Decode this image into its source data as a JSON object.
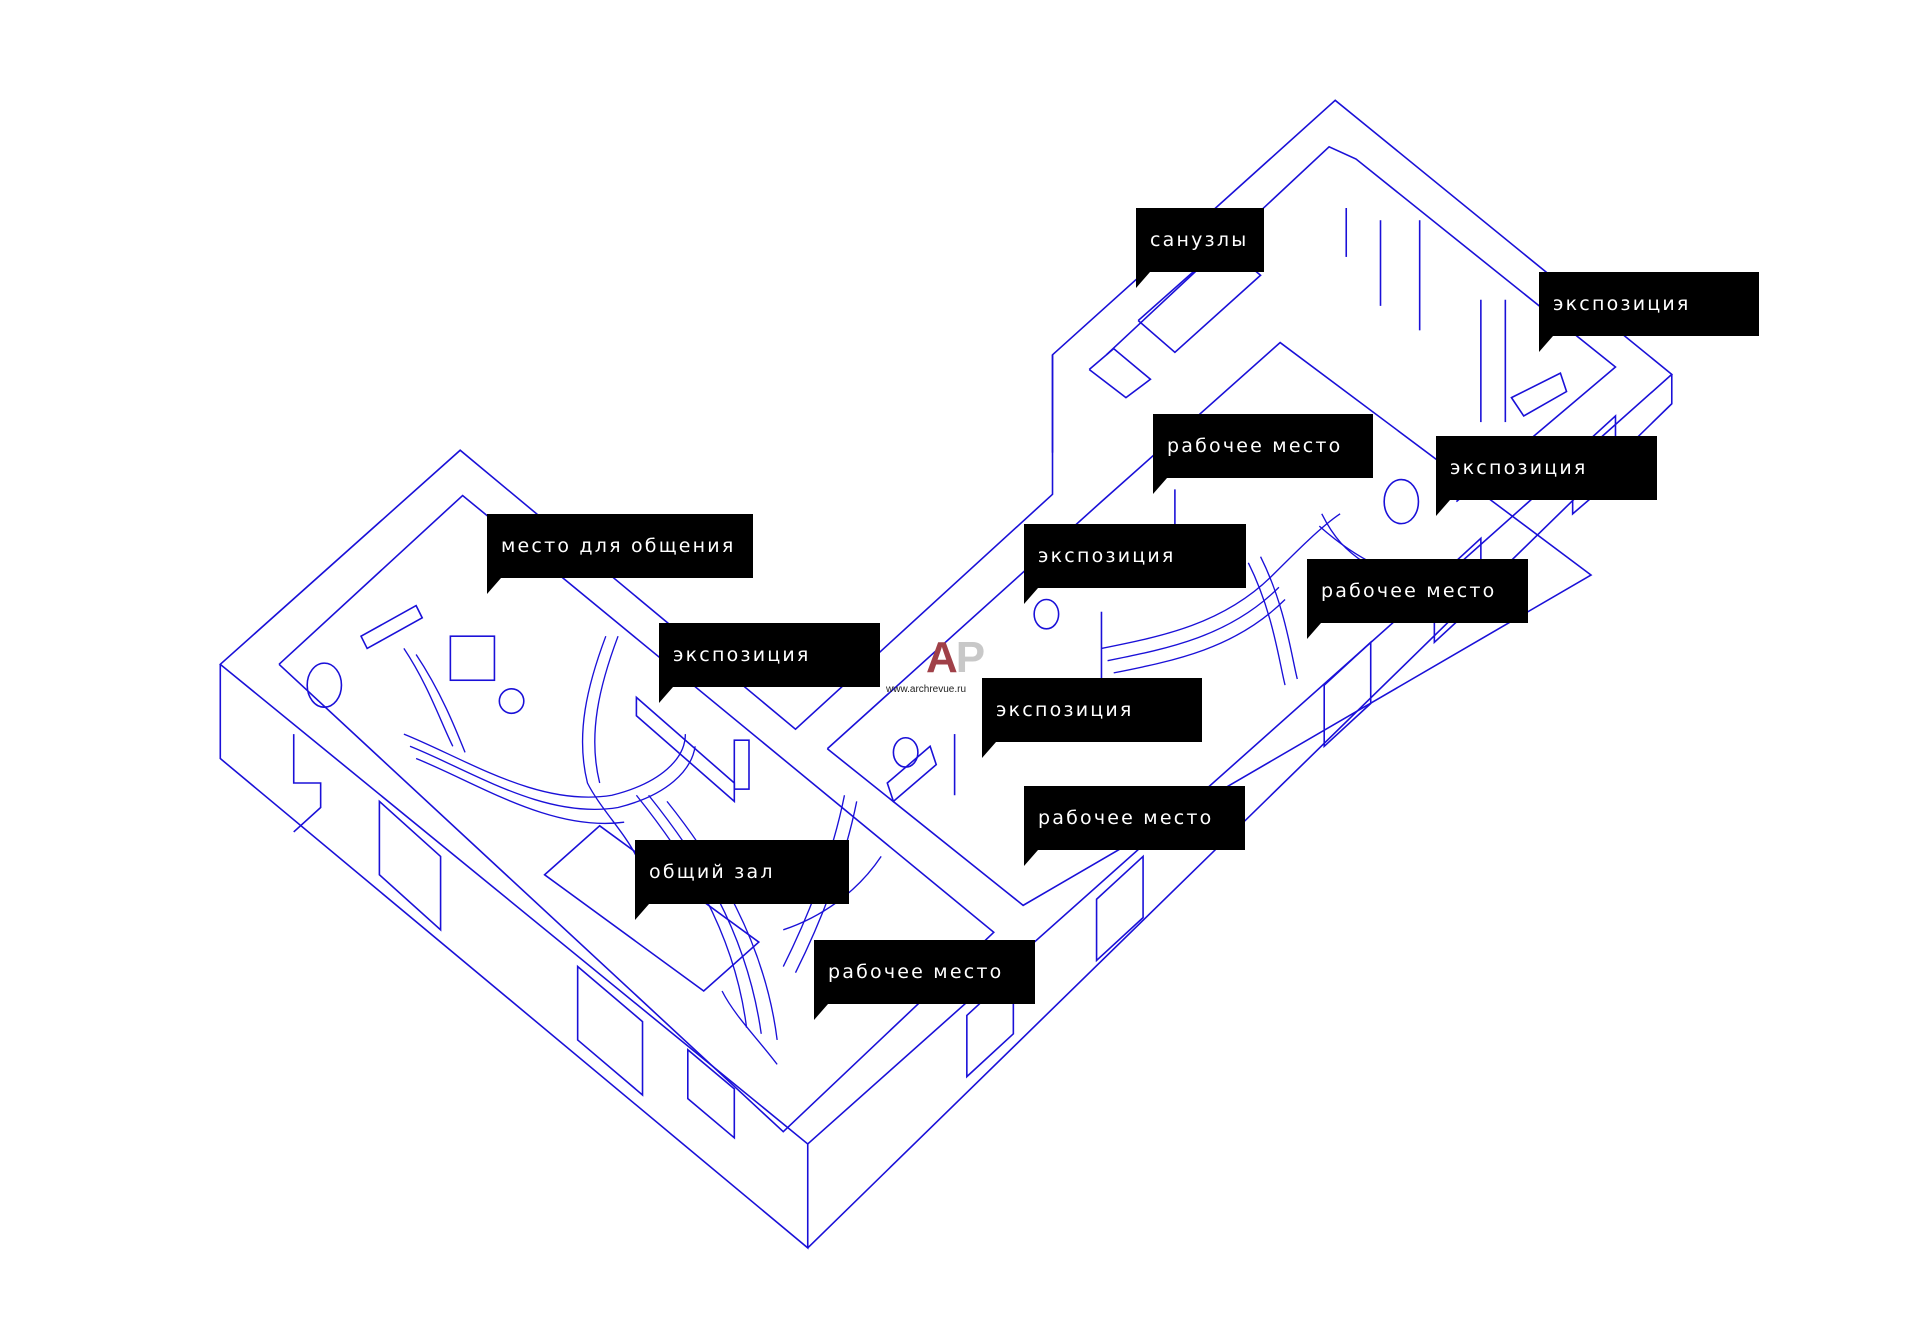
{
  "colors": {
    "line": "#1a10d8",
    "label_bg": "#000000",
    "label_text": "#ffffff",
    "watermark_a": "#a04048",
    "watermark_p": "#c8c8c8"
  },
  "watermark": {
    "logo_a": "A",
    "logo_p": "P",
    "url": "www.archrevue.ru"
  },
  "labels": [
    {
      "id": "sanuzly",
      "text": "санузлы"
    },
    {
      "id": "expo-1",
      "text": "экспозиция"
    },
    {
      "id": "work-1",
      "text": "рабочее место"
    },
    {
      "id": "expo-2",
      "text": "экспозиция"
    },
    {
      "id": "social",
      "text": "место для общения"
    },
    {
      "id": "expo-3",
      "text": "экспозиция"
    },
    {
      "id": "work-2",
      "text": "рабочее место"
    },
    {
      "id": "expo-4",
      "text": "экспозиция"
    },
    {
      "id": "expo-5",
      "text": "экспозиция"
    },
    {
      "id": "work-3",
      "text": "рабочее место"
    },
    {
      "id": "hall",
      "text": "общий зал"
    },
    {
      "id": "work-4",
      "text": "рабочее место"
    }
  ]
}
